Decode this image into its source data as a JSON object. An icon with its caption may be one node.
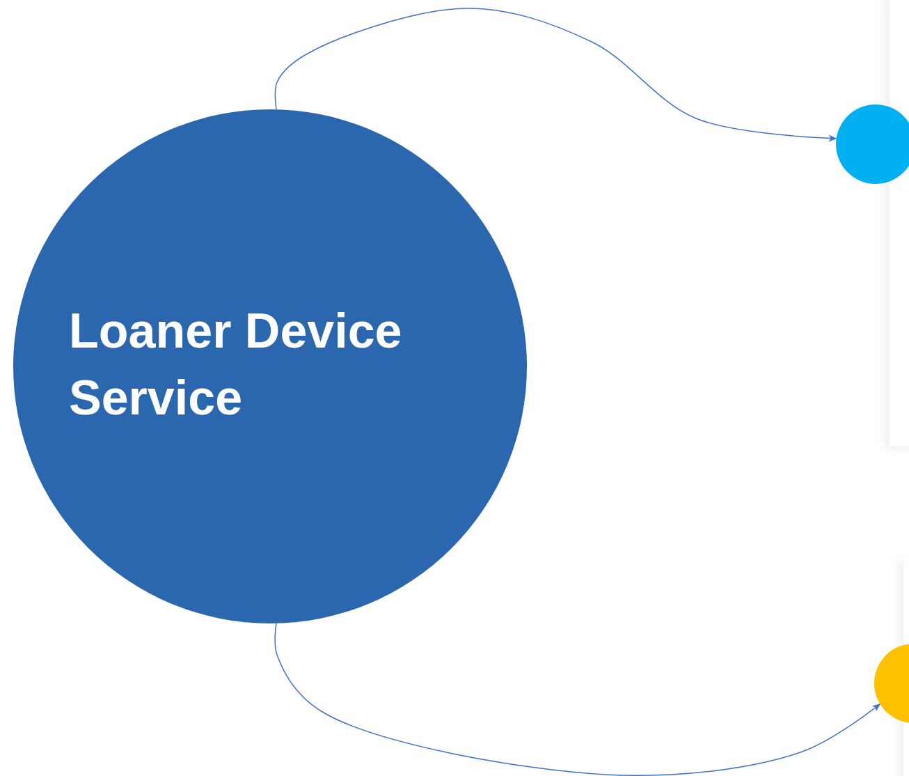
{
  "diagram": {
    "nodes": [
      {
        "text": [
          "Loaner Device Service"
        ]
      },
      {
        "text": [],
        "shape": "circle"
      },
      {
        "text": [],
        "shape": "circle"
      }
    ],
    "edges": [
      {
        "from": 0,
        "to": 1,
        "arrow": "to"
      },
      {
        "from": 0,
        "to": 2,
        "arrow": "to"
      }
    ]
  }
}
